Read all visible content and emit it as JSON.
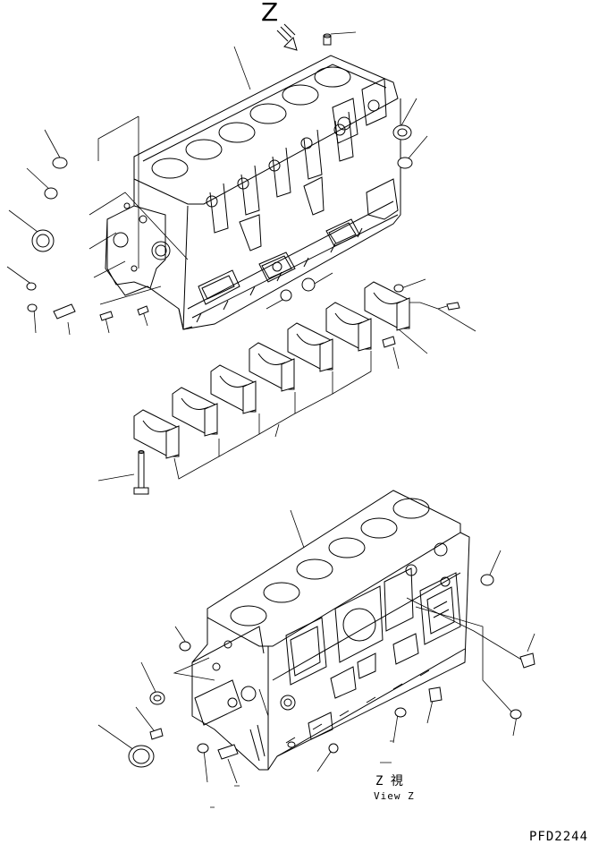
{
  "view_letter": "Z",
  "view_label_jp": "Z  視",
  "view_label_en": "View Z",
  "drawing_code": "PFD2244",
  "colors": {
    "line": "#000000",
    "background": "#ffffff"
  },
  "icons": {
    "view_arrow": "view-direction-arrow-icon"
  }
}
